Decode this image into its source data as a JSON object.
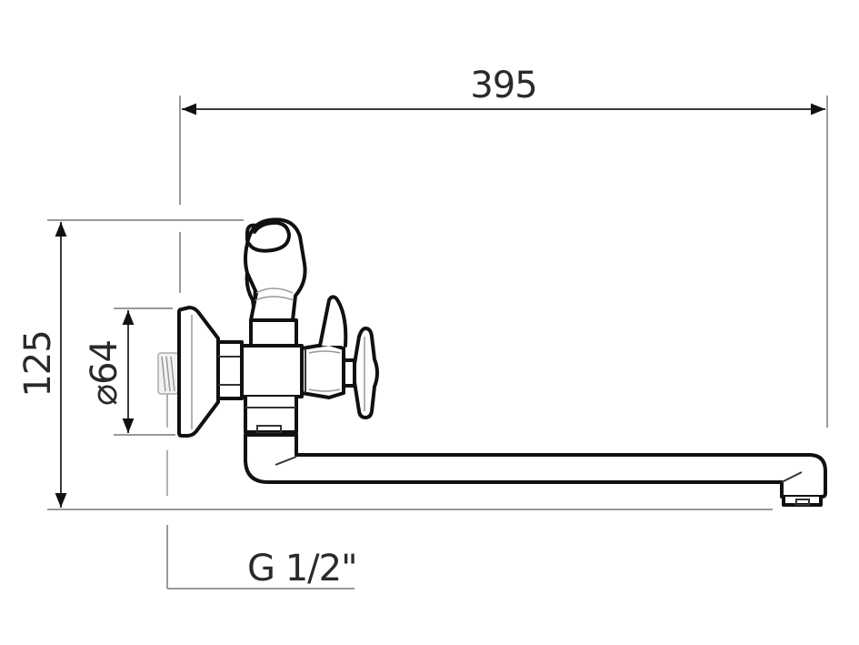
{
  "drawing": {
    "title": "Wall-mounted bath/shower mixer tap with long spout — dimensional drawing",
    "colors": {
      "background": "#ffffff",
      "outline": "#111111",
      "dimension_line": "#3a3a3a",
      "extension_line": "#9a9a9a"
    },
    "dimensions": {
      "overall_length": {
        "label": "395",
        "orientation": "horizontal"
      },
      "overall_height": {
        "label": "125",
        "orientation": "vertical"
      },
      "flange_diameter": {
        "label": "⌀64",
        "orientation": "vertical"
      },
      "connection_thread": {
        "label": "G 1/2\"",
        "orientation": "horizontal"
      }
    },
    "components": [
      "wall-flange",
      "threaded-inlet",
      "hex-nut",
      "valve-body",
      "shower-holder-clip",
      "diverter-lever",
      "cross-handle",
      "swivel-spout",
      "aerator"
    ]
  }
}
